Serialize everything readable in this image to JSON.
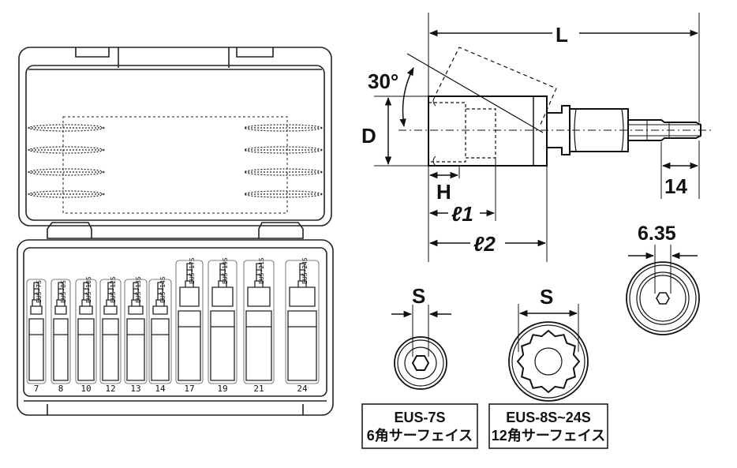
{
  "case": {
    "slots": [
      {
        "size": "7",
        "model": "EUS-7S"
      },
      {
        "size": "8",
        "model": "EUS-8S"
      },
      {
        "size": "10",
        "model": "EUS-10S"
      },
      {
        "size": "12",
        "model": "EUS-12S"
      },
      {
        "size": "13",
        "model": "EUS-13S"
      },
      {
        "size": "14",
        "model": "EUS-14S"
      },
      {
        "size": "17",
        "model": "EUS-17S"
      },
      {
        "size": "19",
        "model": "EUS-19S"
      },
      {
        "size": "21",
        "model": "EUS-21S"
      },
      {
        "size": "24",
        "model": "EUS-24S"
      }
    ]
  },
  "dimensions": {
    "length": "L",
    "angle": "30°",
    "diameter": "D",
    "h": "H",
    "l1": "ℓ1",
    "l2": "ℓ2",
    "shank": "14",
    "hex": "6.35",
    "s_small": "S",
    "s_large": "S"
  },
  "captions": {
    "small_model": "EUS-7S",
    "small_desc": "6角サーフェイス",
    "large_model": "EUS-8S~24S",
    "large_desc": "12角サーフェイス"
  }
}
